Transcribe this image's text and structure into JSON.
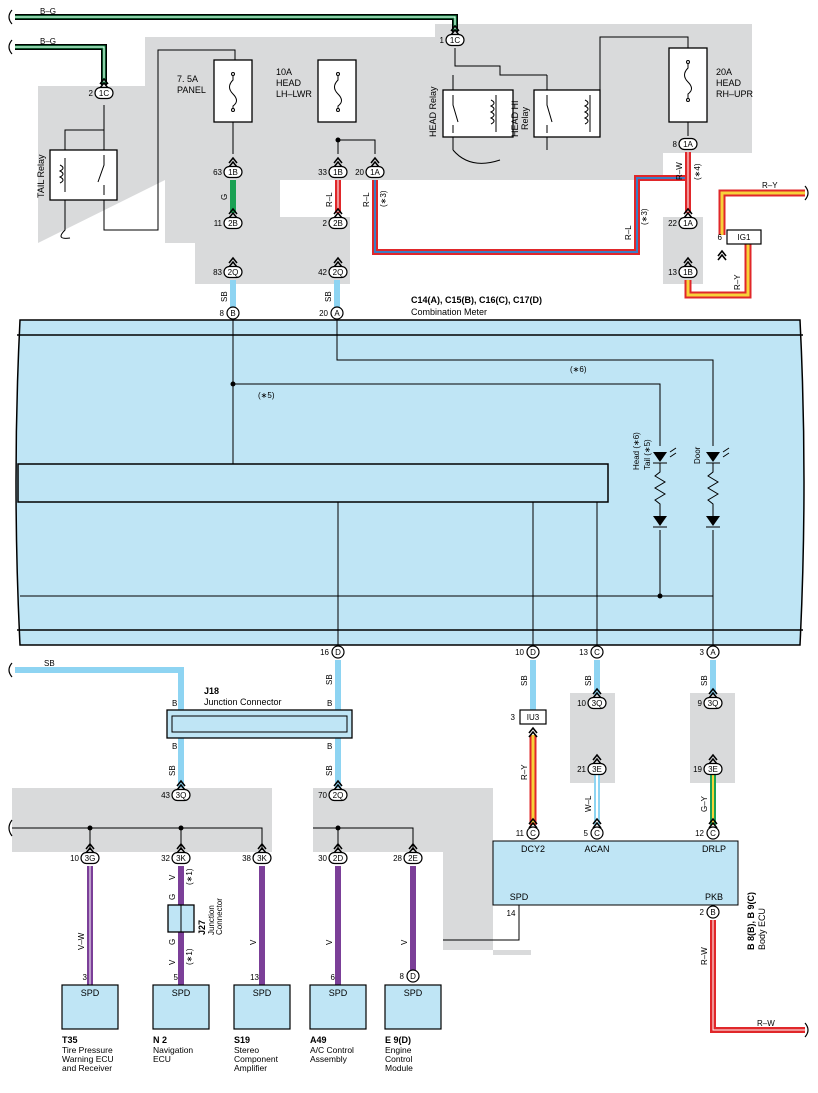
{
  "colors": {
    "shade": "#d9dadb",
    "meter_fill": "#bfe5f5",
    "sky_blue": "#8ed4f2",
    "green": "#1aa153",
    "red": "#e0272a",
    "blue": "#3b7fc4",
    "yellow": "#f7d23a",
    "purple": "#7b3f98",
    "black": "#000000"
  },
  "wires": {
    "b_g_1": "B–G",
    "b_g_2": "B–G",
    "g": "G",
    "r_l_1": "R–L",
    "r_l_2": "R–L",
    "r_l_3": "R–L",
    "r_l_3_note": "(∗3)",
    "r_l_1a_note": "(∗3)",
    "r_w_top": "R–W",
    "r_w_top_note": "(∗4)",
    "r_y_top": "R–Y",
    "r_y_mid": "R–Y",
    "sb_8b": "SB",
    "sb_20a": "SB",
    "sb_left": "SB",
    "sb_16d": "SB",
    "b_left_top": "B",
    "b_right_top": "B",
    "b_left_bot": "B",
    "b_right_bot": "B",
    "sb_43": "SB",
    "sb_70": "SB",
    "sb_10d": "SB",
    "sb_13c": "SB",
    "sb_3a": "SB",
    "r_y_iu3": "R–Y",
    "w_l": "W–L",
    "g_y": "G–Y",
    "v_w": "V–W",
    "v_32": "V",
    "v_32_note": "(∗1)",
    "g_j27_top": "G",
    "g_j27_bot": "G",
    "v_j27_bot": "V",
    "v_j27_note": "(∗1)",
    "v_38": "V",
    "v_30": "V",
    "v_28": "V",
    "r_w_pkb": "R–W",
    "r_w_end": "R–W"
  },
  "connectors": {
    "c1c_top": {
      "pin": "1",
      "id": "1C"
    },
    "c1c_left": {
      "pin": "2",
      "id": "1C"
    },
    "c1b_63": {
      "pin": "63",
      "id": "1B"
    },
    "c1b_33": {
      "pin": "33",
      "id": "1B"
    },
    "c1a_20": {
      "pin": "20",
      "id": "1A"
    },
    "c1a_8": {
      "pin": "8",
      "id": "1A"
    },
    "c2b_11": {
      "pin": "11",
      "id": "2B"
    },
    "c2b_2": {
      "pin": "2",
      "id": "2B"
    },
    "c1a_22": {
      "pin": "22",
      "id": "1A"
    },
    "c1b_13": {
      "pin": "13",
      "id": "1B"
    },
    "c2q_83": {
      "pin": "83",
      "id": "2Q"
    },
    "c2q_42": {
      "pin": "42",
      "id": "2Q"
    },
    "ig1": {
      "pin": "6",
      "id": "IG1"
    },
    "m_b": {
      "pin": "8",
      "id": "B"
    },
    "m_a": {
      "pin": "20",
      "id": "A"
    },
    "m_d16": {
      "pin": "16",
      "id": "D"
    },
    "m_d10": {
      "pin": "10",
      "id": "D"
    },
    "m_c13": {
      "pin": "13",
      "id": "C"
    },
    "m_a3": {
      "pin": "3",
      "id": "A"
    },
    "iu3": {
      "pin": "3",
      "id": "IU3"
    },
    "c3q_10": {
      "pin": "10",
      "id": "3Q"
    },
    "c3q_9": {
      "pin": "9",
      "id": "3Q"
    },
    "c3e_21": {
      "pin": "21",
      "id": "3E"
    },
    "c3e_19": {
      "pin": "19",
      "id": "3E"
    },
    "c3q_43": {
      "pin": "43",
      "id": "3Q"
    },
    "c2q_70": {
      "pin": "70",
      "id": "2Q"
    },
    "c3g_10": {
      "pin": "10",
      "id": "3G"
    },
    "c3k_32": {
      "pin": "32",
      "id": "3K"
    },
    "c3k_38": {
      "pin": "38",
      "id": "3K"
    },
    "c2d_30": {
      "pin": "30",
      "id": "2D"
    },
    "c2e_28": {
      "pin": "28",
      "id": "2E"
    },
    "ecu_c11": {
      "pin": "11",
      "id": "C"
    },
    "ecu_c5": {
      "pin": "5",
      "id": "C"
    },
    "ecu_c12": {
      "pin": "12",
      "id": "C"
    },
    "ecu_b2": {
      "pin": "2",
      "id": "B"
    },
    "e9_d": {
      "pin": "8",
      "id": "D"
    }
  },
  "fuses": {
    "panel": [
      "7. 5A",
      "PANEL"
    ],
    "head_lh": [
      "10A",
      "HEAD",
      "LH–LWR"
    ],
    "head_rh": [
      "20A",
      "HEAD",
      "RH–UPR"
    ]
  },
  "relays": {
    "tail": "TAIL Relay",
    "head": "HEAD Relay",
    "head_hi_1": "HEAD HI",
    "head_hi_2": "Relay"
  },
  "meter": {
    "title": "C14(A), C15(B), C16(C), C17(D)",
    "subtitle": "Combination Meter",
    "note5": "(∗5)",
    "note6": "(∗6)",
    "led_head": "Head (∗6)",
    "led_tail": "Tail (∗5)",
    "led_door": "Door"
  },
  "j18": {
    "id": "J18",
    "name": "Junction Connector"
  },
  "j27": {
    "id": "J27",
    "name1": "Junction",
    "name2": "Connector"
  },
  "body_ecu": {
    "title": "B 8(B), B 9(C)",
    "name": "Body ECU",
    "dcy2": "DCY2",
    "acan": "ACAN",
    "drlp": "DRLP",
    "spd": "SPD",
    "pkb": "PKB",
    "pin14": "14"
  },
  "modules": [
    {
      "pin": "3",
      "label": "SPD",
      "id": "T35",
      "name": [
        "Tire Pressure",
        "Warning ECU",
        "and Receiver"
      ]
    },
    {
      "pin": "5",
      "label": "SPD",
      "id": "N 2",
      "name": [
        "Navigation",
        "ECU"
      ]
    },
    {
      "pin": "13",
      "label": "SPD",
      "id": "S19",
      "name": [
        "Stereo",
        "Component",
        "Amplifier"
      ]
    },
    {
      "pin": "6",
      "label": "SPD",
      "id": "A49",
      "name": [
        "A/C Control",
        "Assembly"
      ]
    },
    {
      "pin": "",
      "label": "SPD",
      "id": "E 9(D)",
      "name": [
        "Engine",
        "Control",
        "Module"
      ]
    }
  ]
}
